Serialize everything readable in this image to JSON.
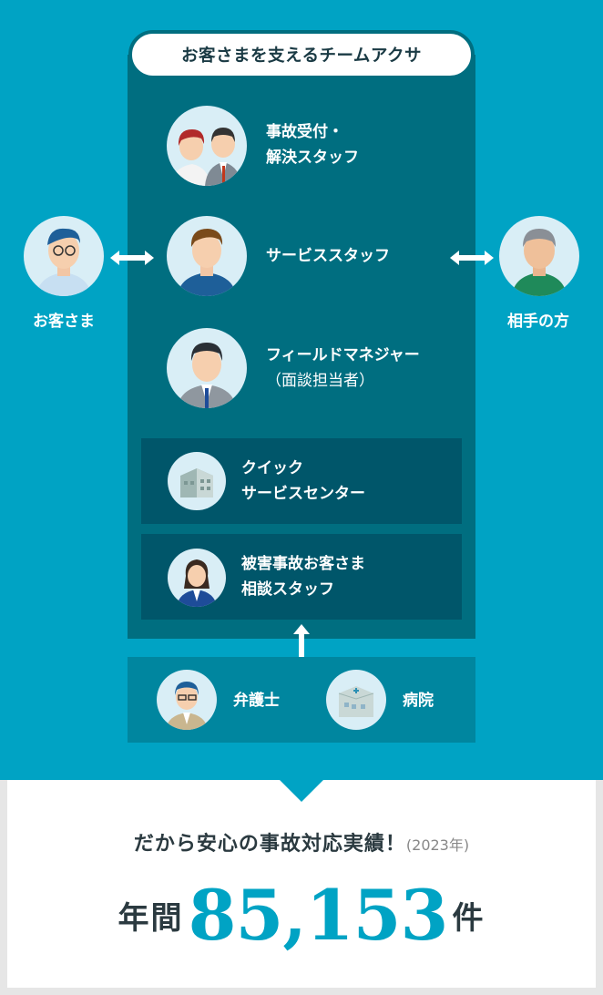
{
  "team_title": "お客さまを支えるチームアクサ",
  "customer_label": "お客さま",
  "other_party_label": "相手の方",
  "roles": [
    {
      "line1": "事故受付・",
      "line2": "解決スタッフ"
    },
    {
      "line1": "サービススタッフ"
    },
    {
      "line1": "フィールドマネジャー",
      "line2": "（面談担当者）"
    },
    {
      "line1": "クイック",
      "line2": "サービスセンター"
    },
    {
      "line1": "被害事故お客さま",
      "line2": "相談スタッフ"
    }
  ],
  "partners": [
    "弁護士",
    "病院"
  ],
  "headline": "だから安心の事故対応実績！",
  "headline_year": "(2023年)",
  "stat_prefix": "年間",
  "stat_value": "85,153",
  "stat_suffix": "件",
  "colors": {
    "primary": "#00a3c4",
    "team_bg": "#006e80",
    "panel_bg": "#00566a",
    "partner_bg": "#00869f"
  }
}
